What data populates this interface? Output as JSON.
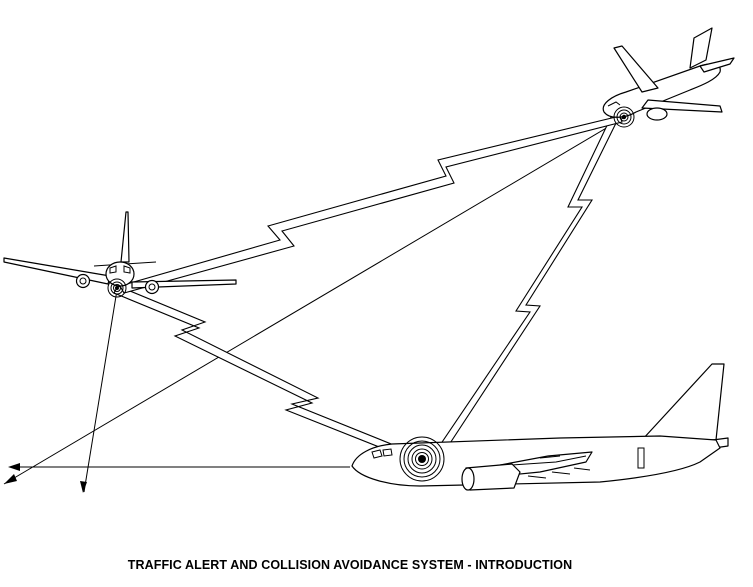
{
  "caption": "TRAFFIC ALERT AND COLLISION AVOIDANCE SYSTEM - INTRODUCTION",
  "colors": {
    "line": "#000000",
    "background": "#ffffff"
  },
  "elements": {
    "own_aircraft": "large-airliner-side-view",
    "intruder_left": "airliner-front-view",
    "intruder_right": "airliner-climbing-view",
    "signal_links": [
      "own-to-left",
      "own-to-right",
      "left-to-right"
    ],
    "antenna_icon": "concentric-circle-antenna-icon"
  }
}
